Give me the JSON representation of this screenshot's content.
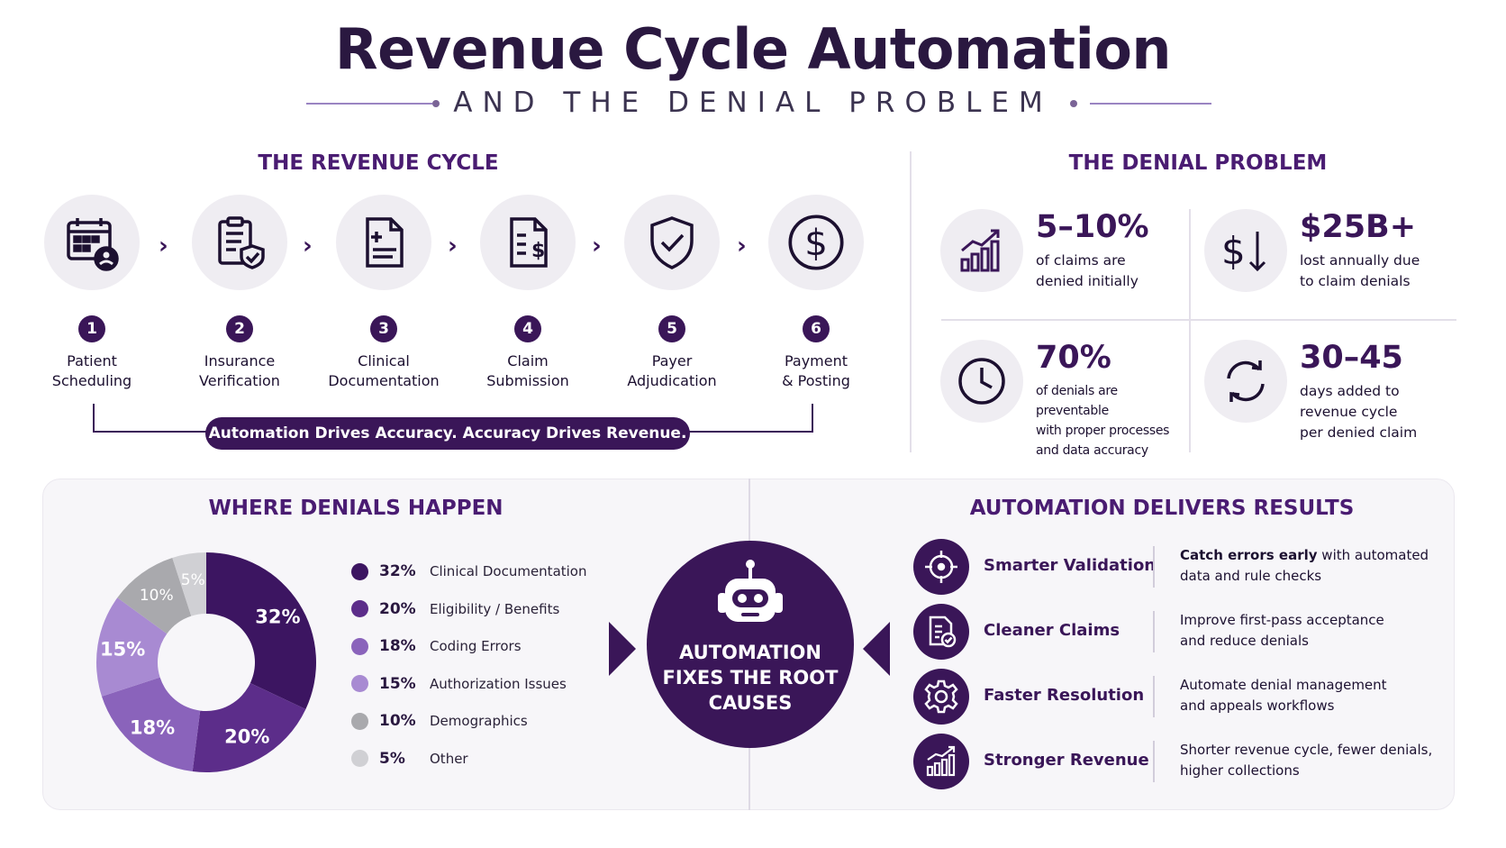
{
  "header": {
    "title": "Revenue Cycle Automation",
    "subtitle": "AND THE DENIAL PROBLEM"
  },
  "revenue_cycle": {
    "heading": "THE REVENUE CYCLE",
    "steps": [
      {
        "number": "1",
        "line1": "Patient",
        "line2": "Scheduling",
        "icon": "calendar-user-icon"
      },
      {
        "number": "2",
        "line1": "Insurance",
        "line2": "Verification",
        "icon": "clipboard-shield-icon"
      },
      {
        "number": "3",
        "line1": "Clinical",
        "line2": "Documentation",
        "icon": "medical-document-icon"
      },
      {
        "number": "4",
        "line1": "Claim",
        "line2": "Submission",
        "icon": "claim-document-icon"
      },
      {
        "number": "5",
        "line1": "Payer",
        "line2": "Adjudication",
        "icon": "shield-check-icon"
      },
      {
        "number": "6",
        "line1": "Payment",
        "line2": "& Posting",
        "icon": "dollar-coin-icon"
      }
    ],
    "banner": "Automation Drives Accuracy. Accuracy Drives Revenue."
  },
  "denial_problem": {
    "heading": "THE DENIAL PROBLEM",
    "stats": [
      {
        "value": "5–10%",
        "line1": "of claims are",
        "line2": "denied initially",
        "line3": "",
        "icon": "bar-chart-up-icon"
      },
      {
        "value": "$25B+",
        "line1": "lost annually due",
        "line2": "to claim denials",
        "line3": "",
        "icon": "dollar-down-icon"
      },
      {
        "value": "70%",
        "line1": "of denials are preventable",
        "line2": "with proper processes",
        "line3": "and data accuracy",
        "icon": "clock-icon"
      },
      {
        "value": "30–45",
        "line1": "days added to",
        "line2": "revenue cycle",
        "line3": "per denied claim",
        "icon": "refresh-icon"
      }
    ]
  },
  "where_denials": {
    "heading": "WHERE DENIALS HAPPEN"
  },
  "chart_data": {
    "type": "pie",
    "categories": [
      "Clinical Documentation",
      "Eligibility / Benefits",
      "Coding Errors",
      "Authorization Issues",
      "Demographics",
      "Other"
    ],
    "values": [
      32,
      20,
      18,
      15,
      10,
      5
    ],
    "labels": [
      "32%",
      "20%",
      "18%",
      "15%",
      "10%",
      "5%"
    ],
    "colors": [
      "#3c1561",
      "#5c2d8a",
      "#8a63bb",
      "#a88ad2",
      "#a9a9ad",
      "#d0d0d4"
    ],
    "donut": true,
    "legend_position": "right"
  },
  "center": {
    "line1": "AUTOMATION",
    "line2": "FIXES THE ROOT",
    "line3": "CAUSES",
    "icon": "robot-icon"
  },
  "results": {
    "heading": "AUTOMATION DELIVERS RESULTS",
    "items": [
      {
        "title": "Smarter Validation",
        "bold": "Catch errors early",
        "desc1": " with automated",
        "desc2": "data and rule checks",
        "icon": "crosshair-icon"
      },
      {
        "title": "Cleaner Claims",
        "bold": "",
        "desc1": "Improve first-pass acceptance",
        "desc2": "and reduce denials",
        "icon": "document-check-icon"
      },
      {
        "title": "Faster Resolution",
        "bold": "",
        "desc1": "Automate denial management",
        "desc2": "and appeals workflows",
        "icon": "gear-icon"
      },
      {
        "title": "Stronger Revenue",
        "bold": "",
        "desc1": "Shorter revenue cycle, fewer denials,",
        "desc2": "higher collections",
        "icon": "growth-chart-icon"
      }
    ]
  },
  "colors": {
    "primary": "#3a1658",
    "heading": "#4a1c72",
    "soft_bg": "#efedf2"
  }
}
